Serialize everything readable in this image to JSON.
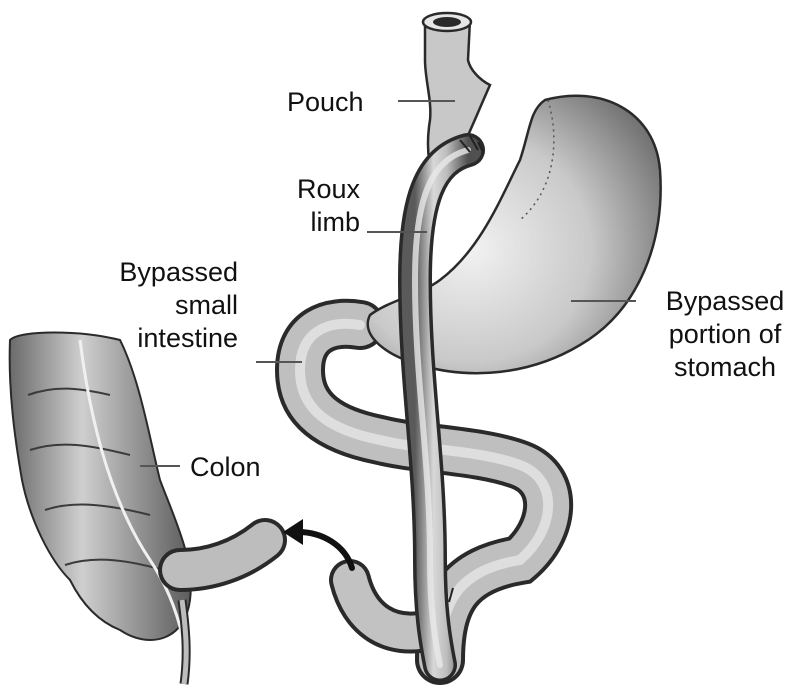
{
  "labels": {
    "pouch": [
      "Pouch"
    ],
    "roux_limb": [
      "Roux",
      "limb"
    ],
    "bypassed_small_intestine": [
      "Bypassed",
      "small",
      "intestine"
    ],
    "bypassed_stomach": [
      "Bypassed",
      "portion of",
      "stomach"
    ],
    "colon": [
      "Colon"
    ]
  }
}
